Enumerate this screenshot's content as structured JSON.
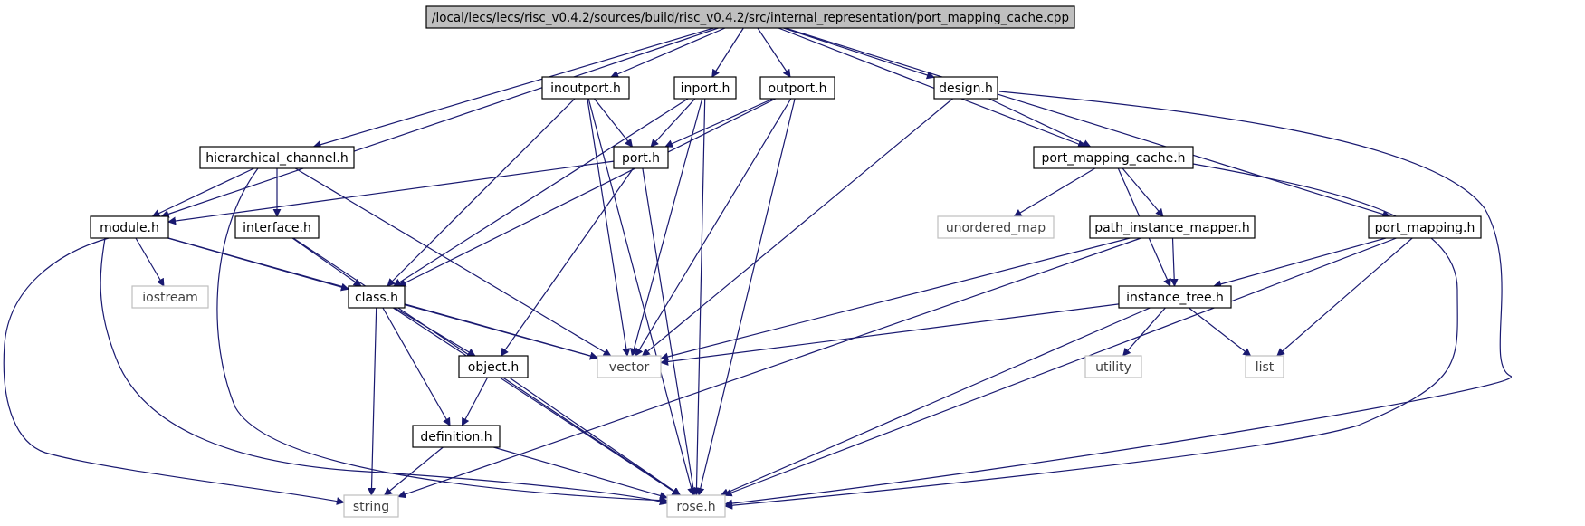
{
  "diagram": {
    "root": "/local/lecs/lecs/risc_v0.4.2/sources/build/risc_v0.4.2/src/internal_representation/port_mapping_cache.cpp",
    "nodes": {
      "inoutport": "inoutport.h",
      "inport": "inport.h",
      "outport": "outport.h",
      "design": "design.h",
      "hierarchical_channel": "hierarchical_channel.h",
      "port": "port.h",
      "port_mapping_cache": "port_mapping_cache.h",
      "module": "module.h",
      "interface": "interface.h",
      "unordered_map": "unordered_map",
      "path_instance_mapper": "path_instance_mapper.h",
      "port_mapping": "port_mapping.h",
      "iostream": "iostream",
      "class": "class.h",
      "instance_tree": "instance_tree.h",
      "object": "object.h",
      "vector": "vector",
      "utility": "utility",
      "list": "list",
      "definition": "definition.h",
      "string": "string",
      "rose": "rose.h"
    },
    "edges": [
      [
        "root",
        "inoutport"
      ],
      [
        "root",
        "inport"
      ],
      [
        "root",
        "outport"
      ],
      [
        "root",
        "design"
      ],
      [
        "root",
        "hierarchical_channel"
      ],
      [
        "root",
        "module"
      ],
      [
        "root",
        "port_mapping_cache"
      ],
      [
        "root",
        "port_mapping"
      ],
      [
        "inoutport",
        "port"
      ],
      [
        "inoutport",
        "class"
      ],
      [
        "inoutport",
        "vector"
      ],
      [
        "inoutport",
        "rose"
      ],
      [
        "inport",
        "port"
      ],
      [
        "inport",
        "class"
      ],
      [
        "inport",
        "vector"
      ],
      [
        "inport",
        "rose"
      ],
      [
        "outport",
        "port"
      ],
      [
        "outport",
        "class"
      ],
      [
        "outport",
        "vector"
      ],
      [
        "outport",
        "rose"
      ],
      [
        "design",
        "port_mapping_cache"
      ],
      [
        "design",
        "vector"
      ],
      [
        "design",
        "rose"
      ],
      [
        "hierarchical_channel",
        "module"
      ],
      [
        "hierarchical_channel",
        "interface"
      ],
      [
        "hierarchical_channel",
        "vector"
      ],
      [
        "hierarchical_channel",
        "rose"
      ],
      [
        "port",
        "module"
      ],
      [
        "port",
        "object"
      ],
      [
        "port",
        "rose"
      ],
      [
        "port_mapping_cache",
        "unordered_map"
      ],
      [
        "port_mapping_cache",
        "path_instance_mapper"
      ],
      [
        "port_mapping_cache",
        "instance_tree"
      ],
      [
        "port_mapping_cache",
        "rose"
      ],
      [
        "module",
        "iostream"
      ],
      [
        "module",
        "class"
      ],
      [
        "module",
        "vector"
      ],
      [
        "module",
        "string"
      ],
      [
        "module",
        "rose"
      ],
      [
        "interface",
        "class"
      ],
      [
        "interface",
        "rose"
      ],
      [
        "path_instance_mapper",
        "instance_tree"
      ],
      [
        "path_instance_mapper",
        "vector"
      ],
      [
        "path_instance_mapper",
        "string"
      ],
      [
        "port_mapping",
        "instance_tree"
      ],
      [
        "port_mapping",
        "list"
      ],
      [
        "port_mapping",
        "rose"
      ],
      [
        "class",
        "object"
      ],
      [
        "class",
        "vector"
      ],
      [
        "class",
        "definition"
      ],
      [
        "class",
        "string"
      ],
      [
        "class",
        "rose"
      ],
      [
        "instance_tree",
        "vector"
      ],
      [
        "instance_tree",
        "utility"
      ],
      [
        "instance_tree",
        "list"
      ],
      [
        "instance_tree",
        "rose"
      ],
      [
        "object",
        "definition"
      ],
      [
        "object",
        "rose"
      ],
      [
        "definition",
        "string"
      ],
      [
        "definition",
        "rose"
      ]
    ],
    "colors": {
      "edge": "#191970",
      "local_border": "#000000",
      "system_border": "#bfbfbf",
      "root_fill": "#bfbfbf"
    }
  }
}
